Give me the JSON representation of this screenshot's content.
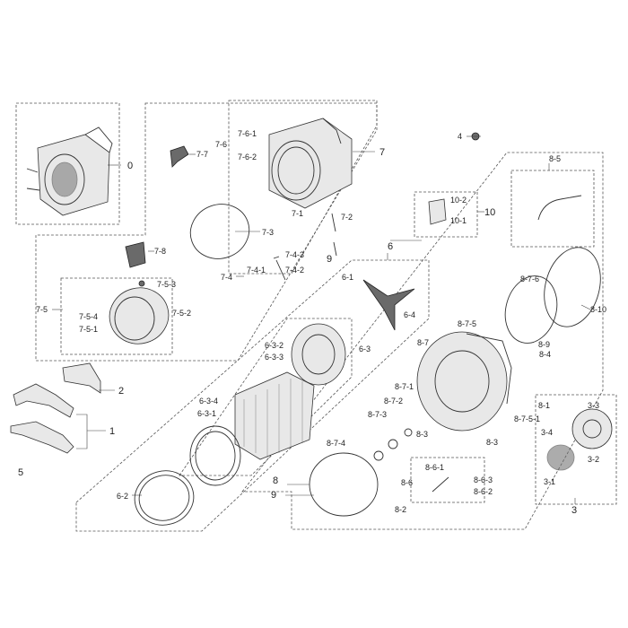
{
  "labels": {
    "l0": "0",
    "l1": "1",
    "l2": "2",
    "l3": "3",
    "l3_1": "3-1",
    "l3_2": "3-2",
    "l3_3": "3-3",
    "l3_4": "3-4",
    "l4": "4",
    "l5": "5",
    "l6": "6",
    "l6_1": "6-1",
    "l6_2": "6-2",
    "l6_3": "6-3",
    "l6_3_1": "6-3-1",
    "l6_3_2": "6-3-2",
    "l6_3_3": "6-3-3",
    "l6_3_4": "6-3-4",
    "l6_4": "6-4",
    "l7": "7",
    "l7_1": "7-1",
    "l7_2": "7-2",
    "l7_3": "7-3",
    "l7_4": "7-4",
    "l7_4_1": "7-4-1",
    "l7_4_2": "7-4-2",
    "l7_4_3": "7-4-3",
    "l7_5": "7-5",
    "l7_5_1": "7-5-1",
    "l7_5_2": "7-5-2",
    "l7_5_3": "7-5-3",
    "l7_5_4": "7-5-4",
    "l7_6": "7-6",
    "l7_6_1": "7-6-1",
    "l7_6_2": "7-6-2",
    "l7_7": "7-7",
    "l7_8": "7-8",
    "l8": "8",
    "l8_1": "8-1",
    "l8_2": "8-2",
    "l8_3a": "8-3",
    "l8_3b": "8-3",
    "l8_4": "8-4",
    "l8_5": "8-5",
    "l8_6": "8-6",
    "l8_6_1": "8-6-1",
    "l8_6_2": "8-6-2",
    "l8_6_3": "8-6-3",
    "l8_7": "8-7",
    "l8_7_1": "8-7-1",
    "l8_7_2": "8-7-2",
    "l8_7_3": "8-7-3",
    "l8_7_4": "8-7-4",
    "l8_7_5": "8-7-5",
    "l8_7_5_1": "8-7-5-1",
    "l8_7_6": "8-7-6",
    "l8_9": "8-9",
    "l8_10": "8-10",
    "l9a": "9",
    "l9b": "9",
    "l10": "10",
    "l10_1": "10-1",
    "l10_2": "10-2"
  }
}
